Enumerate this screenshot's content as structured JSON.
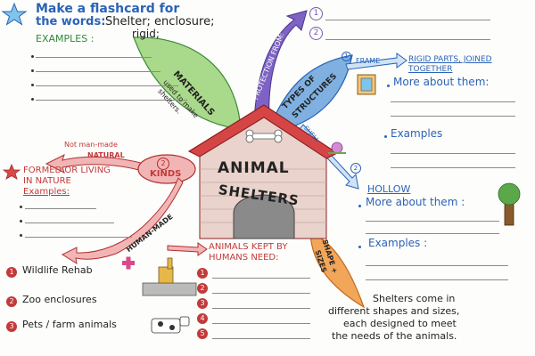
{
  "header": {
    "title_line1": "Make a flashcard for",
    "title_line2": "the words:",
    "words": "Shelter; enclosure;",
    "words2": "rigid;",
    "examples_label": "EXAMPLES :"
  },
  "center": {
    "title_line1": "ANIMAL",
    "title_line2": "SHELTERS"
  },
  "branches": {
    "materials": "MATERIALS",
    "materials_sub1": "used to make",
    "materials_sub2": "shelters.",
    "protection": "PROTECTION FROM:",
    "types_line1": "TYPES OF",
    "types_line2": "STRUCTURES",
    "kinds": "KINDS",
    "kinds_num": "2",
    "not_man_made": "Not man-made",
    "natural": "NATURAL",
    "human_made": "HUMAN-MADE",
    "shell": "SHELL",
    "shape_sizes1": "SHAPE +",
    "shape_sizes2": "SIZES"
  },
  "protection_items": [
    "1",
    "2"
  ],
  "structures": {
    "frame_label": "FRAME",
    "frame_num": "1",
    "frame_desc1": "RIGID PARTS, JOINED",
    "frame_desc2": "TOGETHER",
    "frame_more": "More about them:",
    "frame_examples": "Examples",
    "shell_num": "2",
    "hollow_label": "HOLLOW",
    "hollow_more": "More about them :",
    "hollow_examples": "Examples :"
  },
  "natural": {
    "label_line1": "FORMED OR LIVING",
    "label_line2": "IN NATURE",
    "examples": "Examples:"
  },
  "kept": {
    "title_line1": "ANIMALS KEPT BY",
    "title_line2": "HUMANS NEED:",
    "nums": [
      "1",
      "2",
      "3",
      "4",
      "5"
    ]
  },
  "human_examples": [
    {
      "num": "1",
      "text": "Wildlife Rehab"
    },
    {
      "num": "2",
      "text": "Zoo enclosures"
    },
    {
      "num": "3",
      "text": "Pets / farm animals"
    }
  ],
  "closing": {
    "line1": "Shelters come in",
    "line2": "different shapes and sizes,",
    "line3": "each designed to meet",
    "line4": "the needs of the animals."
  },
  "colors": {
    "blue": "#2b63b8",
    "red": "#c23a3a",
    "green": "#2f8a3a",
    "purple": "#6a4bb0",
    "orange": "#e88a2a",
    "light_blue": "#7fb0e0",
    "light_green": "#a9d98a",
    "pink": "#e8a0a0"
  }
}
